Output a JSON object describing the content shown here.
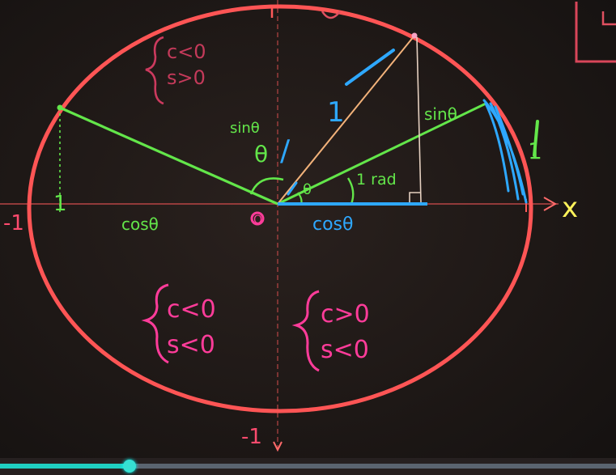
{
  "board": {
    "labels": {
      "x_axis": "x",
      "neg_one_left": "-1",
      "neg_one_bottom": "-1",
      "origin": "O",
      "sin_left": "sinθ",
      "theta_left": "θ",
      "one_left": "/",
      "one_right_top": "1",
      "theta_right": "θ",
      "one_rad": "1 rad",
      "sin_right": "sinθ",
      "one_right_edge": "1",
      "one_left_edge": "1",
      "cos_left": "cosθ",
      "cos_right": "cosθ",
      "q2_c": "c<0",
      "q2_s": "s>0",
      "q3_c": "c<0",
      "q3_s": "s<0",
      "q4_c": "c>0",
      "q4_s": "s<0"
    },
    "colors": {
      "circle": "#ff5a5a",
      "axes": "#c84a4a",
      "green": "#63e64a",
      "blue": "#2ea8ff",
      "pink": "#ff3c9a",
      "yellow": "#fff35a"
    }
  },
  "player": {
    "progress_fraction": 0.21
  }
}
